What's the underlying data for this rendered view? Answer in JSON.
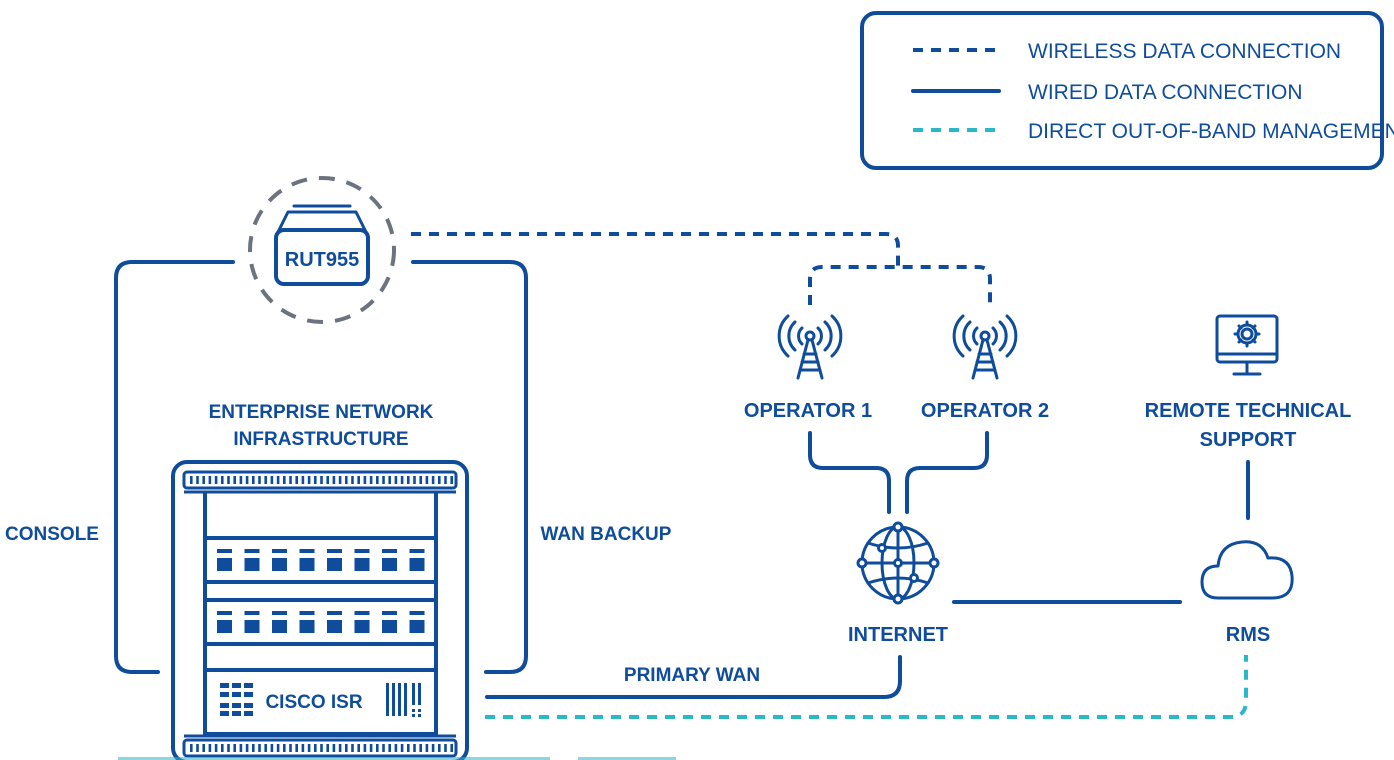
{
  "legend": {
    "items": [
      {
        "label": "WIRELESS DATA CONNECTION",
        "style": "dashed",
        "color": "#0f4c9b"
      },
      {
        "label": "WIRED DATA CONNECTION",
        "style": "solid",
        "color": "#0f4c9b"
      },
      {
        "label": "DIRECT OUT-OF-BAND MANAGEMENT",
        "style": "dashed",
        "color": "#2ab7c9"
      }
    ]
  },
  "nodes": {
    "router": {
      "label": "RUT955",
      "icon": "router-icon"
    },
    "enterprise": {
      "line1": "ENTERPRISE NETWORK",
      "line2": "INFRASTRUCTURE",
      "icon": "server-rack-icon"
    },
    "cisco": {
      "label": "CISCO ISR"
    },
    "operator1": {
      "label": "OPERATOR 1",
      "icon": "cell-tower-icon"
    },
    "operator2": {
      "label": "OPERATOR 2",
      "icon": "cell-tower-icon"
    },
    "support": {
      "line1": "REMOTE TECHNICAL",
      "line2": "SUPPORT",
      "icon": "monitor-gear-icon"
    },
    "internet": {
      "label": "INTERNET",
      "icon": "globe-icon"
    },
    "rms": {
      "label": "RMS",
      "icon": "cloud-icon"
    }
  },
  "connections": {
    "console": "CONSOLE",
    "wan_backup": "WAN BACKUP",
    "primary_wan": "PRIMARY WAN"
  },
  "colors": {
    "primary": "#0f4c9b",
    "accent": "#2ab7c9"
  }
}
